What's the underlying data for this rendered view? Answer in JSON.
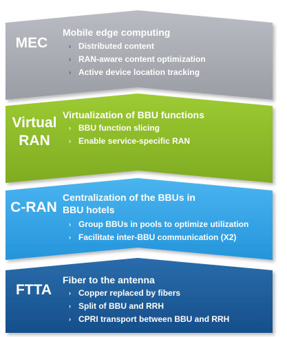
{
  "layers": [
    {
      "tag": "MEC",
      "title": "Mobile edge computing",
      "items": [
        "Distributed content",
        "RAN-aware content  optimization",
        "Active device location tracking"
      ],
      "color": "#a7aab1",
      "bullet_color": "#2f4d9a"
    },
    {
      "tag": "Virtual RAN",
      "title": "Virtualization of BBU functions",
      "items": [
        "BBU function slicing",
        "Enable service-specific RAN"
      ],
      "color": "#8dba2a",
      "bullet_color": "#ffffff"
    },
    {
      "tag": "C-RAN",
      "title": "Centralization of the BBUs in BBU hotels",
      "items": [
        "Group BBUs in pools to optimize utilization",
        "Facilitate inter-BBU communication (X2)"
      ],
      "color": "#33a3e6",
      "bullet_color": "#ffffff"
    },
    {
      "tag": "FTTA",
      "title": "Fiber to the antenna",
      "items": [
        "Copper replaced by fibers",
        "Split of  BBU and RRH",
        "CPRI transport between BBU and RRH"
      ],
      "color": "#1f5e9a",
      "bullet_color": "#ffffff"
    }
  ],
  "bullet_glyph": "›"
}
